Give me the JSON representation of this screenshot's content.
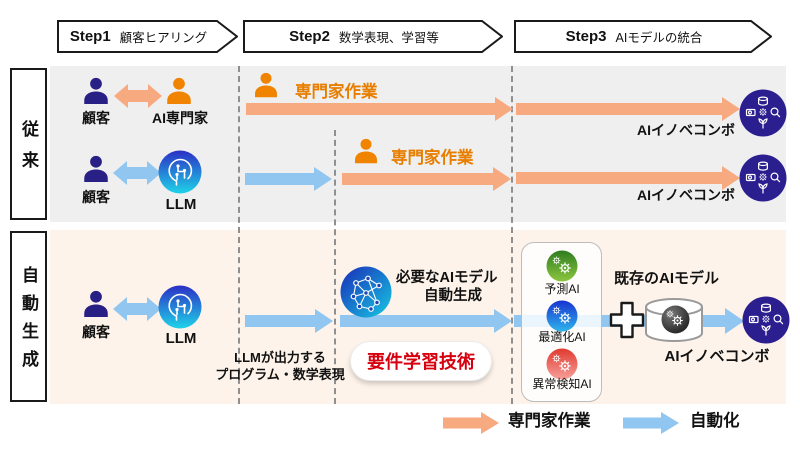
{
  "steps": [
    {
      "name": "Step1",
      "label": "顧客ヒアリング"
    },
    {
      "name": "Step2",
      "label": "数学表現、学習等"
    },
    {
      "name": "Step3",
      "label": "AIモデルの統合"
    }
  ],
  "sections": {
    "conventional": {
      "label": "従来"
    },
    "auto": {
      "label": "自動生成"
    }
  },
  "labels": {
    "customer": "顧客",
    "ai_expert": "AI専門家",
    "llm": "LLM",
    "expert_work": "専門家作業",
    "combo": "AIイノベコンボ",
    "llm_output_1": "LLMが出力する",
    "llm_output_2": "プログラム・数学表現",
    "gen_1": "必要なAIモデル",
    "gen_2": "自動生成",
    "tech": "要件学習技術",
    "existing_models": "既存のAIモデル",
    "model_predict": "予測AI",
    "model_optimize": "最適化AI",
    "model_anomaly": "異常検知AI"
  },
  "legend": {
    "expert": "専門家作業",
    "auto": "自動化"
  },
  "colors": {
    "expert_arrow": "#f7a980",
    "auto_arrow": "#90c6f0",
    "customer_person": "#292085",
    "expert_person": "#f08300",
    "expert_text": "#e87e00",
    "combo_circle": "#2b1e8f",
    "tech_text": "#d7000f",
    "conventional_bg": "#efefef",
    "auto_bg": "#fdf3ea"
  }
}
